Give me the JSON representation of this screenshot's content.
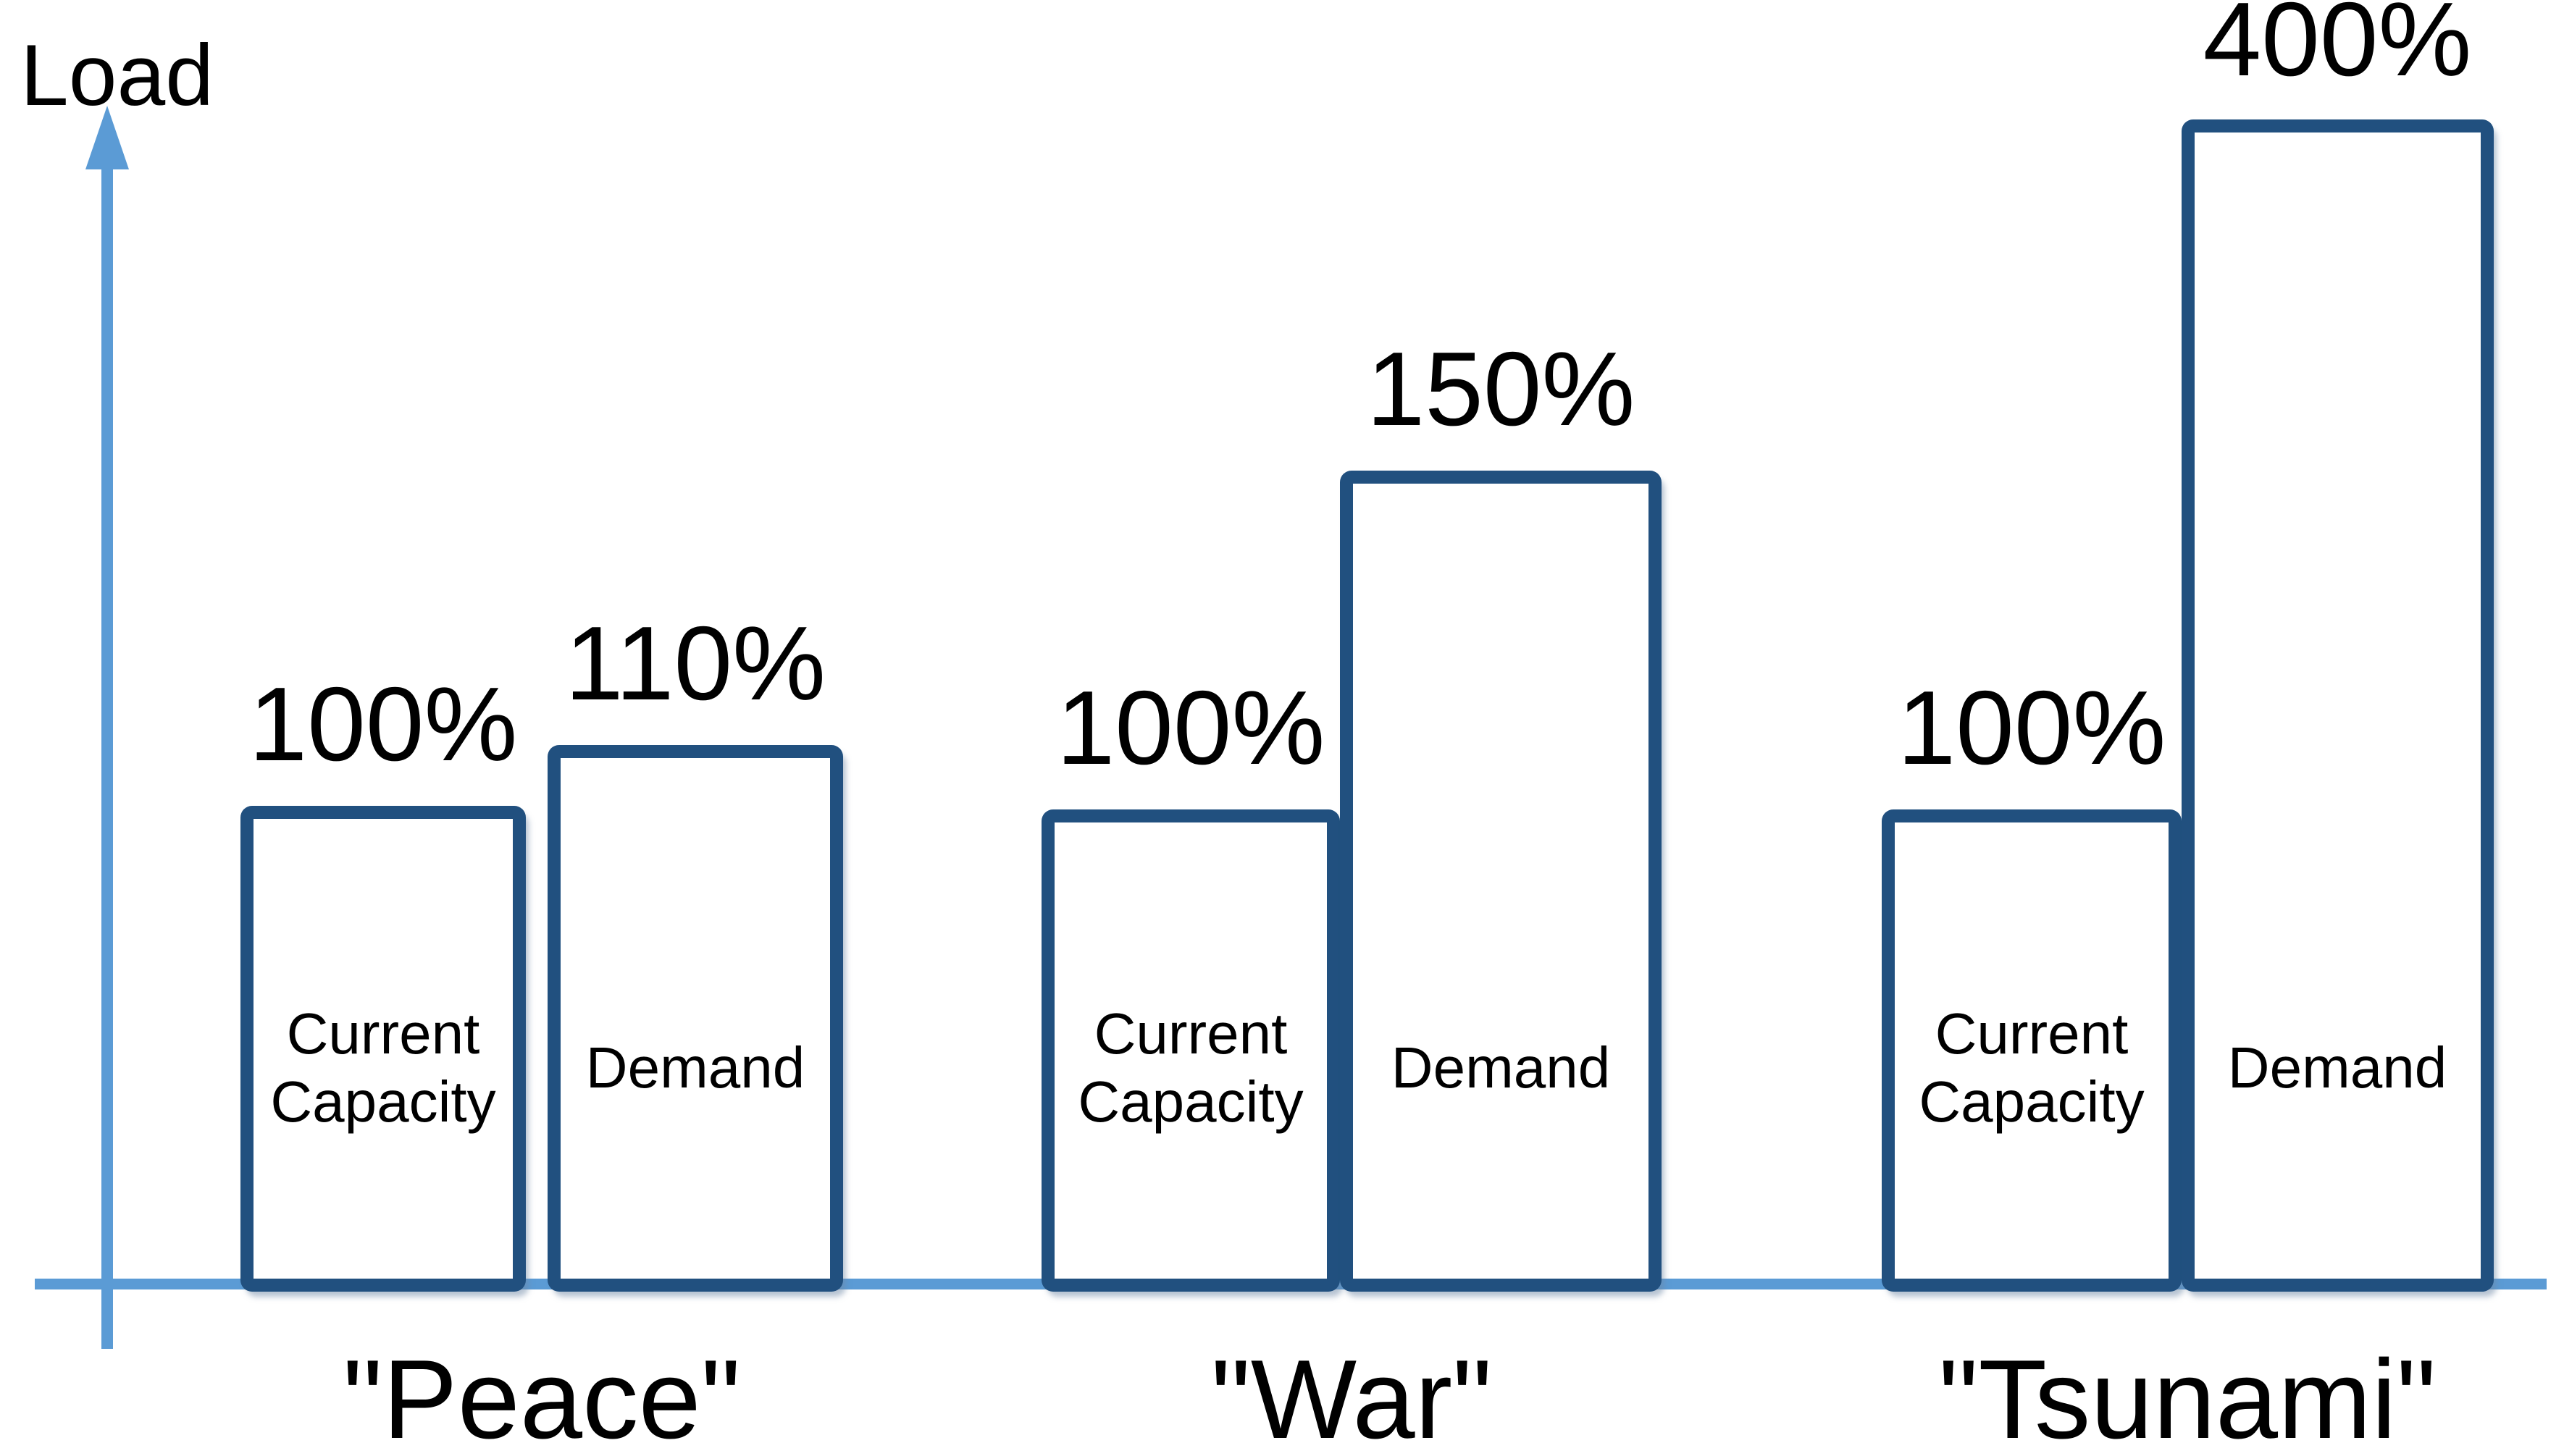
{
  "axis": {
    "y_label": "Load"
  },
  "colors": {
    "bar_border": "#21507F",
    "bar_fill": "#FFFFFF",
    "axis": "#5B9BD5",
    "text": "#000000"
  },
  "groups": [
    {
      "label": "\"Peace\"",
      "bars": [
        {
          "name": "Current Capacity",
          "percent": "100%"
        },
        {
          "name": "Demand",
          "percent": "110%"
        }
      ]
    },
    {
      "label": "\"War\"",
      "bars": [
        {
          "name": "Current Capacity",
          "percent": "100%"
        },
        {
          "name": "Demand",
          "percent": "150%"
        }
      ]
    },
    {
      "label": "\"Tsunami\"",
      "bars": [
        {
          "name": "Current Capacity",
          "percent": "100%"
        },
        {
          "name": "Demand",
          "percent": "400%"
        }
      ]
    }
  ],
  "chart_data": {
    "type": "bar",
    "title": "",
    "categories": [
      "Peace",
      "War",
      "Tsunami"
    ],
    "series": [
      {
        "name": "Current Capacity",
        "values": [
          100,
          100,
          100
        ]
      },
      {
        "name": "Demand",
        "values": [
          110,
          150,
          400
        ]
      }
    ],
    "unit": "%",
    "value_labels": [
      [
        "100%",
        "110%"
      ],
      [
        "100%",
        "150%"
      ],
      [
        "100%",
        "400%"
      ]
    ],
    "xlabel": "",
    "ylabel": "Load",
    "y_ticks": [],
    "grid": false,
    "legend_position": "none",
    "notes": "Schematic sketch: y-axis is an unscaled arrow labeled Load; bar heights are illustrative, not to scale; series names are written inside the bars and percentages above them; category names are quoted below the x-axis."
  }
}
